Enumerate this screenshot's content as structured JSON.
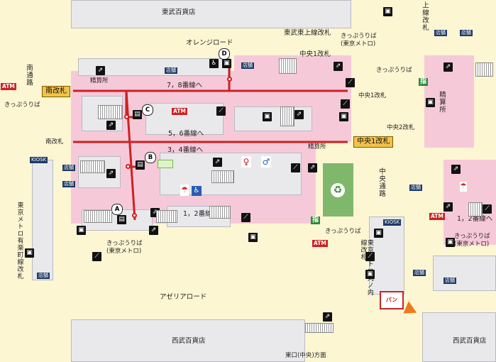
{
  "labels": {
    "tobu_dept": "東武百貨店",
    "tobu_tojo_gate": "東武東上線改札",
    "kippu_metro_top": "きっぷうりば",
    "kippu_metro_top_sub": "(東京メトロ)",
    "orange_road": "オレンジロード",
    "central1_gate_top": "中央1改札",
    "kippu_right_top": "きっぷうりば",
    "seisan_left": "精算所",
    "line78": "7，8番線へ",
    "central1_gate_mid": "中央1改札",
    "seisan_right": "精算所",
    "minami_gate_box": "南改札",
    "kippu_left": "きっぷうりば",
    "central2_gate": "中央2改札",
    "central1_gate_box": "中央1改札",
    "line56": "5，6番線へ",
    "minami_gate_lower": "南改札",
    "line34": "3，4番線へ",
    "seisan_center": "精算所",
    "kippu_center": "きっぷうりば",
    "line12_center": "1，2番線へ",
    "line12_right": "1，2番線へ",
    "kippu_right_lower": "きっぷうりば",
    "kippu_right_lower_sub": "(東京メトロ)",
    "kippu_bottom_left": "きっぷうりば",
    "kippu_bottom_left_sub": "(東京メトロ)",
    "azalea_road": "アゼリアロード",
    "seibu_dept_left": "西武百貨店",
    "seibu_dept_right": "西武百貨店",
    "east_exit": "東口(中央)方面"
  },
  "vertical_labels": {
    "minami_dori": "南通路",
    "chuo_dori": "中央通路",
    "metro_yurakucho": "東京メトロ有楽町線改札",
    "metro_marunouchi": "東京メトロ丸ノ内線改札",
    "tojo_top": "上線改札"
  },
  "markers": {
    "a": "A",
    "b": "B",
    "c": "C",
    "d": "D"
  },
  "signs": {
    "kiosk1": "KIOSK",
    "kiosk2": "KIOSK",
    "atm": "ATM",
    "shop": "店舗",
    "shitei": "指",
    "pan": "パン"
  },
  "colors": {
    "background": "#fdf6d3",
    "concourse": "#f6c9d9",
    "route": "#cc2222",
    "gate_box": "#f2c24a"
  }
}
